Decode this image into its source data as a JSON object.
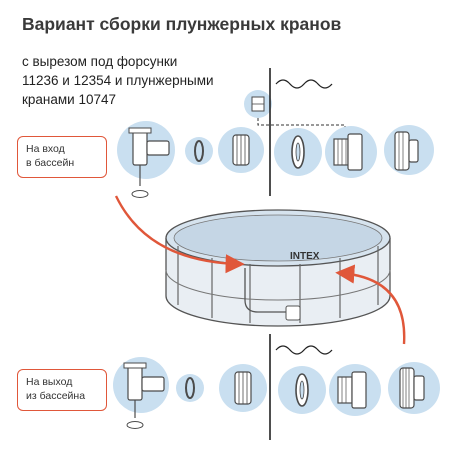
{
  "title": "Вариант сборки плунжерных кранов",
  "subtitle": {
    "line1": "с вырезом под форсунки",
    "line2": "11236 и 12354 и плунжерными",
    "line3": "кранами 10747"
  },
  "inlet_label": {
    "line1": "На вход",
    "line2": "в бассейн"
  },
  "outlet_label": {
    "line1": "На выход",
    "line2": "из бассейна"
  },
  "pool_brand": "INTEX",
  "colors": {
    "accent": "#e0573a",
    "part_circle": "#c9dff0",
    "part_stroke": "#4b4b4b"
  }
}
